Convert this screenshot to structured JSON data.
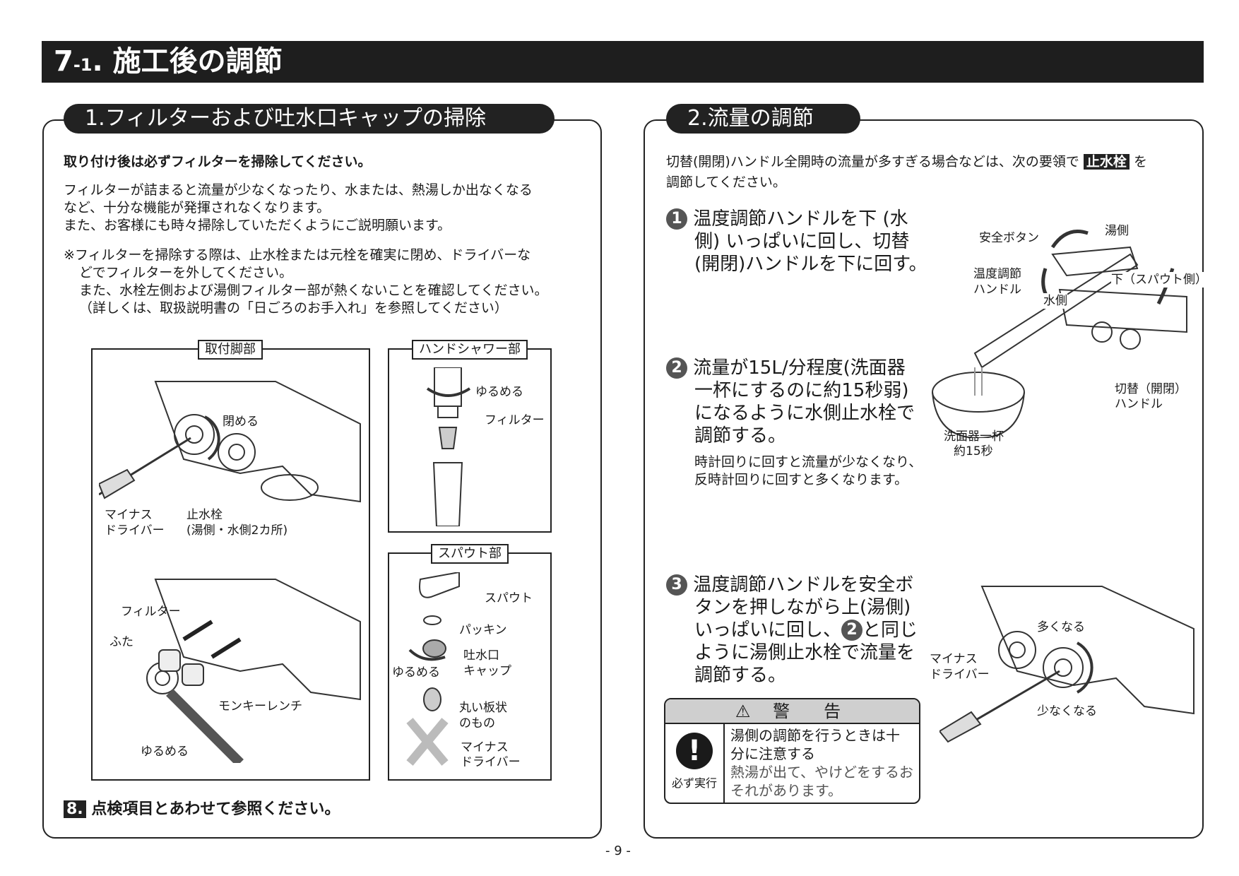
{
  "header": {
    "chapter": "7",
    "sub": "-1",
    "title": ". 施工後の調節"
  },
  "left": {
    "title": "1.フィルターおよび吐水口キャップの掃除",
    "lead": "取り付け後は必ずフィルターを掃除してください。",
    "para": [
      "フィルターが詰まると流量が少なくなったり、水または、熱湯しか出なくなる",
      "など、十分な機能が発揮されなくなります。",
      "また、お客様にも時々掃除していただくようにご説明願います。"
    ],
    "note": [
      "※フィルターを掃除する際は、止水栓または元栓を確実に閉め、ドライバーな",
      "どでフィルターを外してください。",
      "また、水栓左側および湯側フィルター部が熱くないことを確認してください。",
      "（詳しくは、取扱説明書の「日ごろのお手入れ」を参照してください）"
    ],
    "box_mount": {
      "label": "取付脚部",
      "close": "閉める",
      "driver": [
        "マイナス",
        "ドライバー"
      ],
      "valve": [
        "止水栓",
        "(湯側・水側2カ所)"
      ],
      "filter": "フィルター",
      "cap": "ふた",
      "wrench": "モンキーレンチ",
      "loosen": "ゆるめる"
    },
    "box_shower": {
      "label": "ハンドシャワー部",
      "loosen": "ゆるめる",
      "filter": "フィルター"
    },
    "box_spout": {
      "label": "スパウト部",
      "spout": "スパウト",
      "packing": "パッキン",
      "cap": [
        "吐水口",
        "キャップ"
      ],
      "loosen": "ゆるめる",
      "disc": [
        "丸い板状",
        "のもの"
      ],
      "driver": [
        "マイナス",
        "ドライバー"
      ]
    },
    "footer_ref": "8.",
    "footer_text": "点検項目とあわせて参照ください。"
  },
  "right": {
    "title": "2.流量の調節",
    "intro_a": "切替(開閉)ハンドル全開時の流量が多すぎる場合などは、次の要領で",
    "intro_hl": "止水栓",
    "intro_b": "を",
    "intro_c": "調節してください。",
    "step1": {
      "num": "1",
      "lines": [
        "温度調節ハンドルを下 (水",
        "側) いっぱいに回し、切替",
        "(開閉)ハンドルを下に回す。"
      ]
    },
    "step2": {
      "num": "2",
      "lines": [
        "流量が15L/分程度(洗面器",
        "一杯にするのに約15秒弱)",
        "になるように水側止水栓で",
        "調節する。"
      ],
      "sub": [
        "時計回りに回すと流量が少なくなり、",
        "反時計回りに回すと多くなります。"
      ]
    },
    "step3": {
      "num": "3",
      "lines": [
        "温度調節ハンドルを安全ボ",
        "タンを押しながら上(湯側)",
        "いっぱいに回し、",
        "と同じ",
        "ように湯側止水栓で流量を",
        "調節する。"
      ],
      "ref": "2"
    },
    "fig1": {
      "safety": "安全ボタン",
      "hot": "湯側",
      "temp": [
        "温度調節",
        "ハンドル"
      ],
      "down": "下（スパウト側）",
      "cold": "水側",
      "switch": [
        "切替（開閉）",
        "ハンドル"
      ],
      "basin": [
        "洗面器一杯",
        "約15秒"
      ]
    },
    "fig3": {
      "more": "多くなる",
      "driver": [
        "マイナス",
        "ドライバー"
      ],
      "less": "少なくなる"
    },
    "warning": {
      "title": "警　告",
      "badge": "必ず実行",
      "main": [
        "湯側の調節を行うときは十",
        "分に注意する"
      ],
      "sub": [
        "熱湯が出て、やけどをするお",
        "それがあります。"
      ]
    }
  },
  "page_number": "- 9 -"
}
